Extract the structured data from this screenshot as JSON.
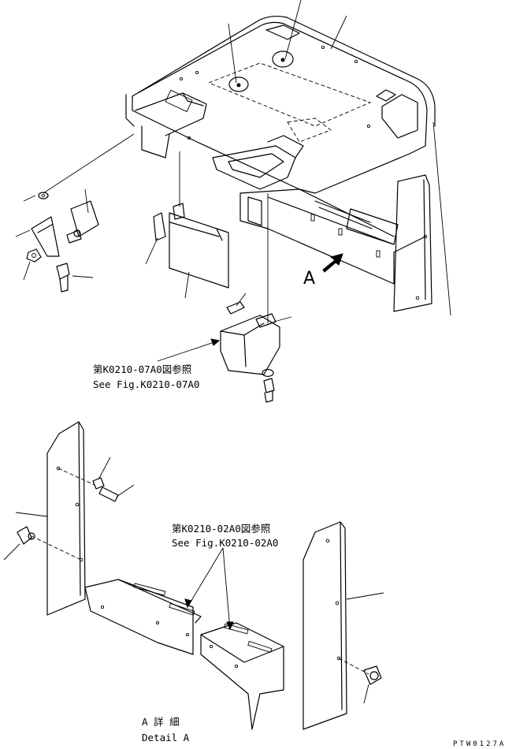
{
  "references": {
    "top_ja": "第K0210-07A0図参照",
    "top_en": "See Fig.K0210-07A0",
    "mid_ja": "第K0210-02A0図参照",
    "mid_en": "See Fig.K0210-02A0"
  },
  "view_label": "A",
  "detail": {
    "ja": "A 詳 細",
    "en": "Detail A"
  },
  "drawing_code": "PTW0127A"
}
